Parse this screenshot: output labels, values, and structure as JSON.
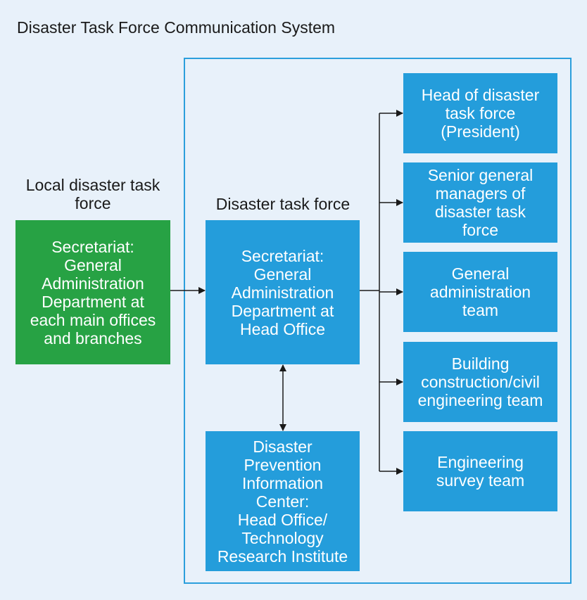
{
  "title": "Disaster Task Force Communication System",
  "local": {
    "label": "Local disaster task\nforce",
    "box": "Secretariat:\nGeneral\nAdministration\nDepartment at\neach main offices\nand branches"
  },
  "central": {
    "label": "Disaster task force",
    "box": "Secretariat:\nGeneral\nAdministration\nDepartment at\nHead Office"
  },
  "info_center": {
    "box": "Disaster\nPrevention\nInformation\nCenter:\nHead Office/\nTechnology\nResearch Institute"
  },
  "teams": [
    "Head of disaster\ntask force\n(President)",
    "Senior general\nmanagers of\ndisaster task\nforce",
    "General\nadministration\nteam",
    "Building\nconstruction/civil\nengineering team",
    "Engineering\nsurvey team"
  ],
  "colors": {
    "blue": "#249ddb",
    "green": "#27a244",
    "frame": "#2b9fdc",
    "background": "#e8f1fa"
  }
}
